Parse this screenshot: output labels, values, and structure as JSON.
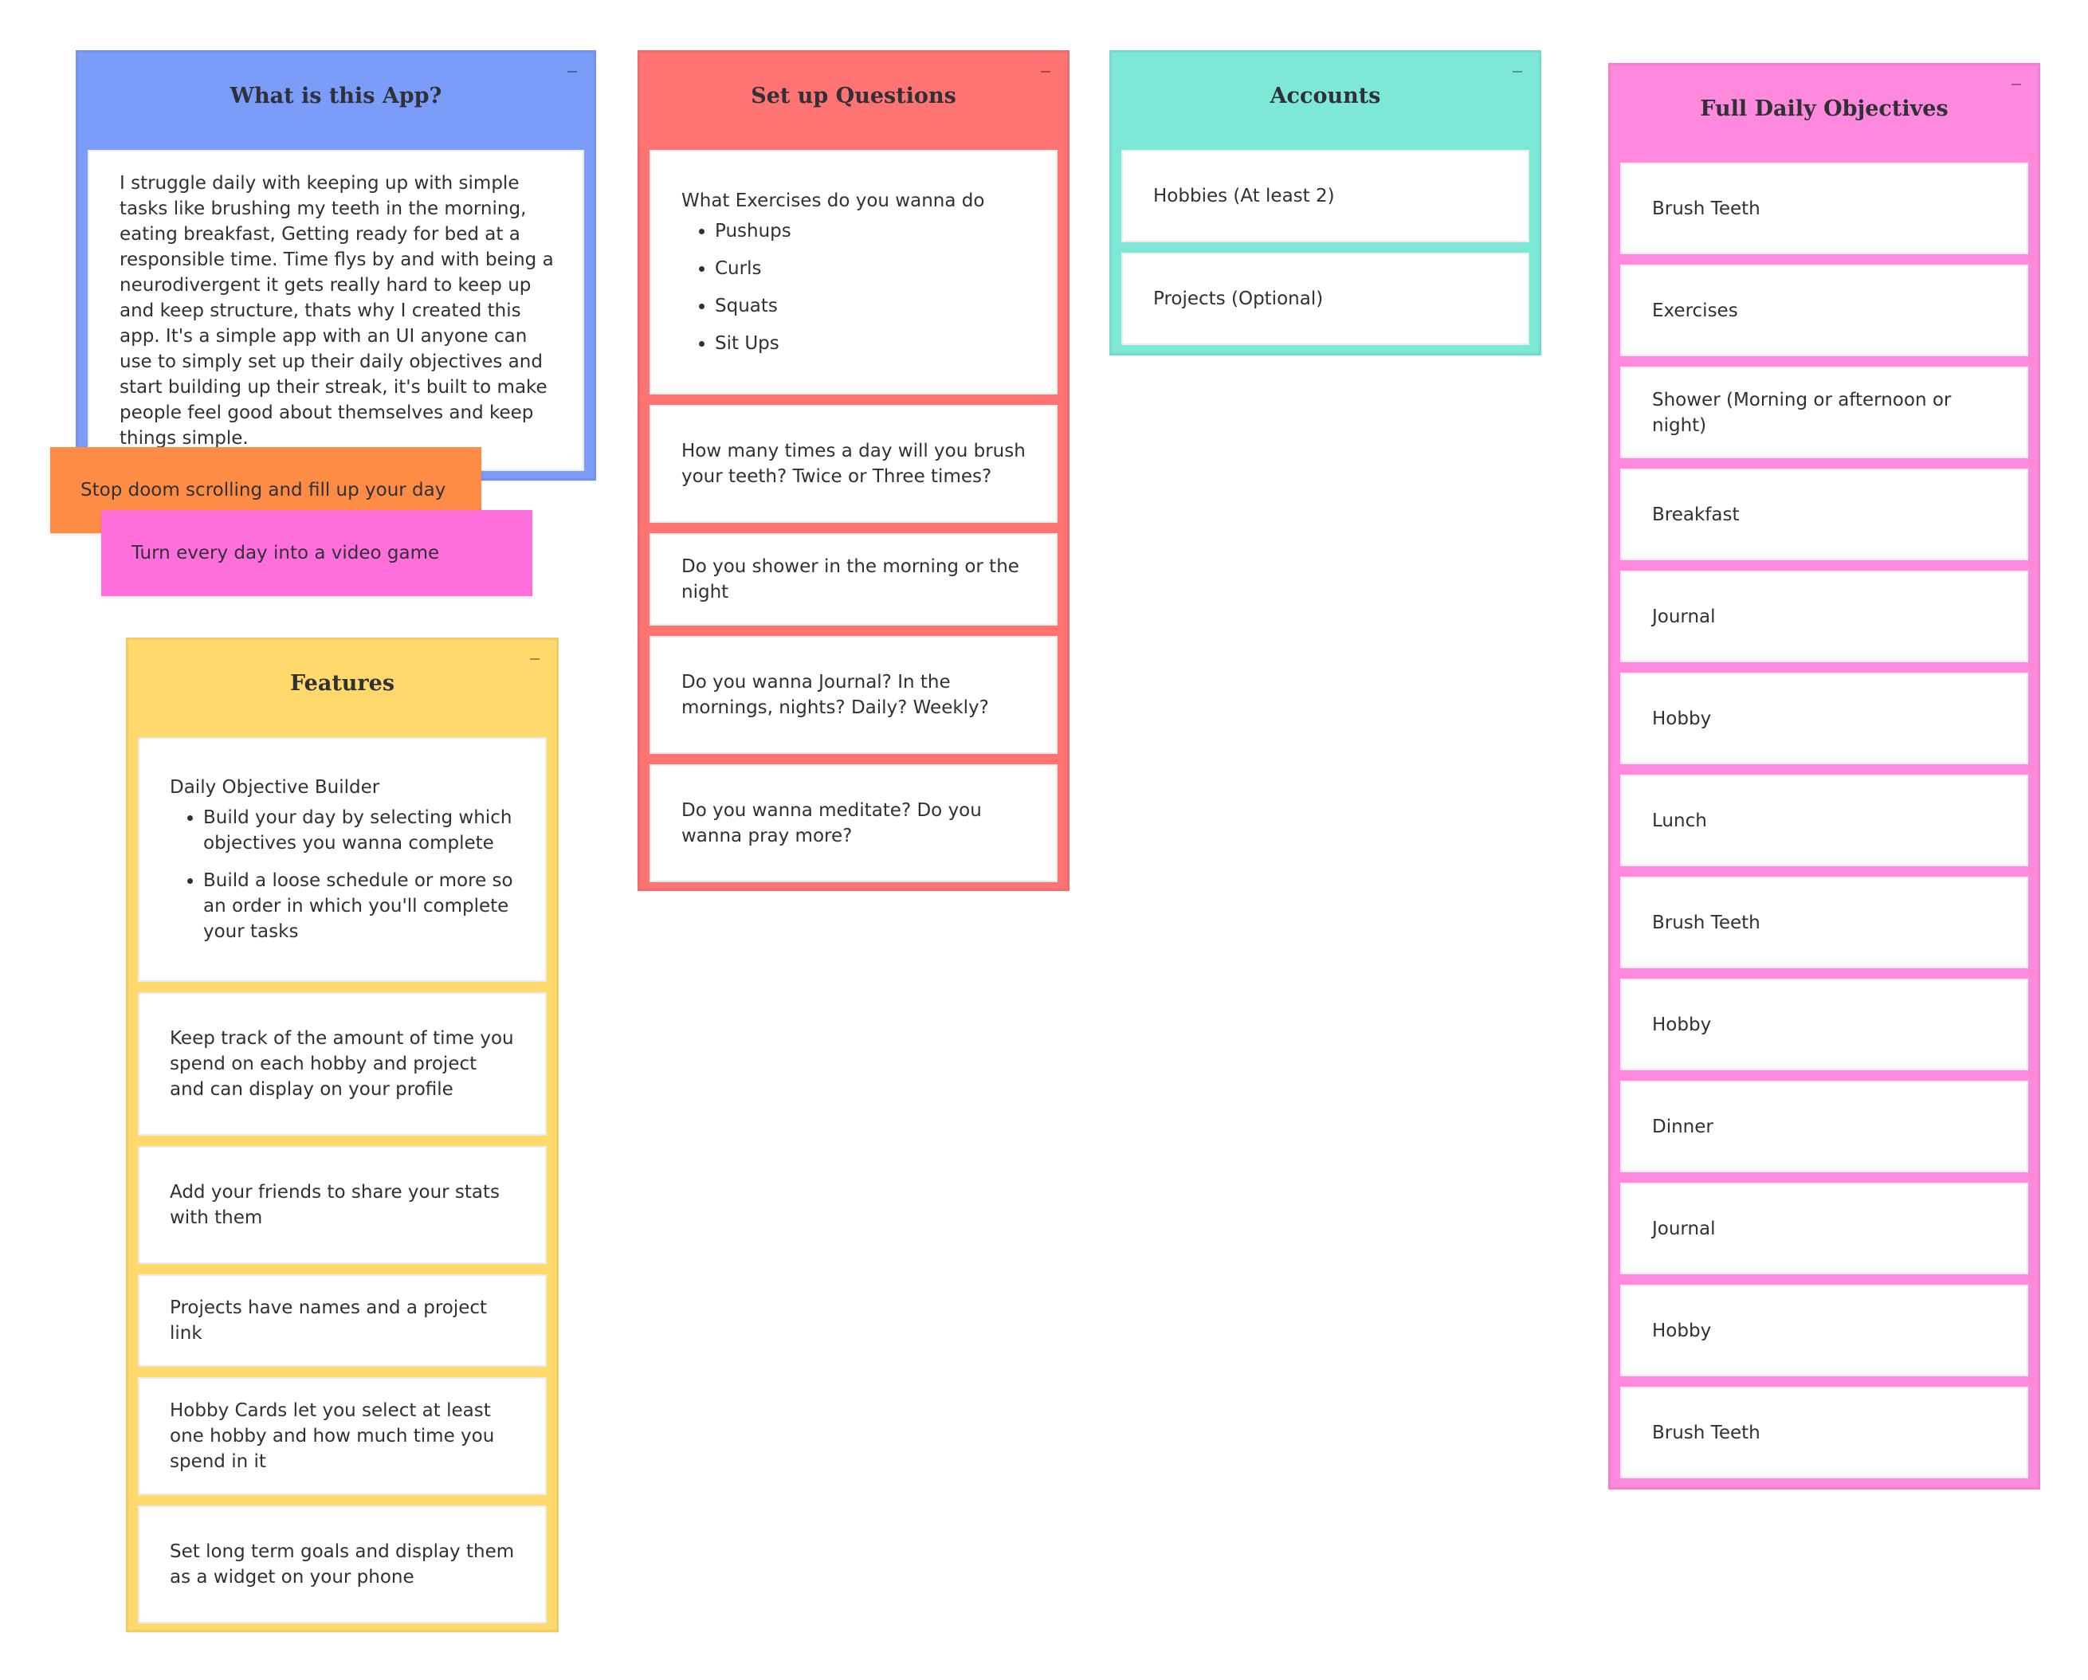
{
  "colors": {
    "blue": "#7c9cfa",
    "red": "#ff7373",
    "teal": "#7de8d6",
    "pink": "#ff89dd",
    "yellow": "#ffd96b",
    "orange_sticker": "#ff8c45",
    "magenta_sticker": "#ff6fdc"
  },
  "about": {
    "title": "What is this App?",
    "text": "I struggle daily with keeping up with simple tasks like brushing my teeth in the morning, eating breakfast, Getting ready for bed at a responsible time. Time flys by and with being a neurodivergent it gets really hard to keep up and keep structure, thats why I created this app. It's a simple app with an UI anyone can use to simply set up their daily objectives and start building up their streak, it's built to make people feel good about themselves and keep things simple."
  },
  "stickers": {
    "doom": "Stop doom scrolling and fill up your day",
    "game": "Turn every day into a video game"
  },
  "questions": {
    "title": "Set up Questions",
    "exercise_heading": "What Exercises do you wanna do",
    "exercises": [
      "Pushups",
      "Curls",
      "Squats",
      "Sit Ups"
    ],
    "items": [
      "How many times a day will you brush your teeth? Twice or Three times?",
      "Do you shower in the morning or the night",
      "Do you wanna Journal? In the mornings, nights? Daily? Weekly?",
      "Do you wanna meditate? Do you wanna pray more?"
    ]
  },
  "accounts": {
    "title": "Accounts",
    "items": [
      "Hobbies (At least 2)",
      "Projects (Optional)"
    ]
  },
  "objectives": {
    "title": "Full Daily Objectives",
    "items": [
      "Brush Teeth",
      "Exercises",
      "Shower (Morning or afternoon or night)",
      "Breakfast",
      "Journal",
      "Hobby",
      "Lunch",
      "Brush Teeth",
      "Hobby",
      "Dinner",
      "Journal",
      "Hobby",
      "Brush Teeth"
    ]
  },
  "features": {
    "title": "Features",
    "builder_heading": "Daily Objective Builder",
    "builder_points": [
      "Build your day by selecting which objectives you wanna complete",
      "Build a loose schedule or more so an order in which you'll complete your tasks"
    ],
    "items": [
      "Keep track of the amount of time you spend on each hobby and project and can display on your profile",
      "Add your friends to share your stats with them",
      "Projects have names and a project link",
      "Hobby Cards let you select at least one hobby and how much time you spend in it",
      "Set long term goals and display them as a widget on your phone"
    ]
  }
}
